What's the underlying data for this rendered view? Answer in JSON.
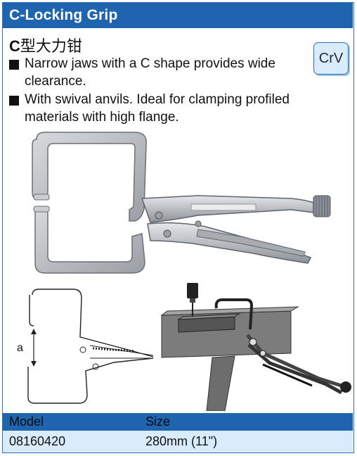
{
  "header": {
    "title": "C-Locking Grip"
  },
  "subtitle": {
    "prefix": "C",
    "chinese": "型大力钳"
  },
  "features": [
    "Narrow jaws with a C shape provides wide clearance.",
    "With swival anvils. Ideal for clamping profiled materials with high flange."
  ],
  "material_badge": "CrV",
  "diagram": {
    "dimension_label": "a"
  },
  "table": {
    "headers": {
      "model": "Model",
      "size": "Size"
    },
    "rows": [
      {
        "model": "08160420",
        "size": "280mm (11\")"
      }
    ]
  },
  "colors": {
    "header_blue": "#1f64ae",
    "row_blue": "#d9ecfb",
    "badge_bg": "#d9ecfb"
  }
}
